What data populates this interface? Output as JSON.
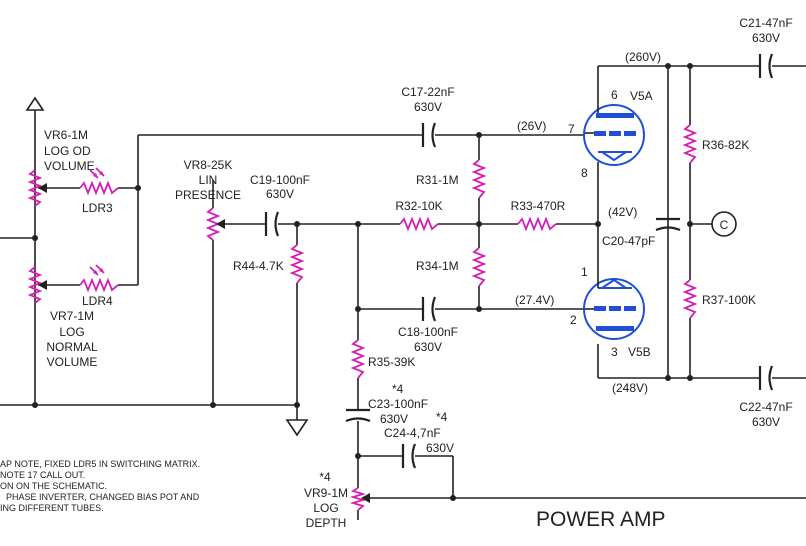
{
  "diagram": {
    "title": "POWER AMP",
    "voltages": {
      "v260": "(260V)",
      "v26": "(26V)",
      "v42": "(42V)",
      "v27_4": "(27.4V)",
      "v248": "(248V)"
    },
    "components": {
      "vr6": [
        "VR6-1M",
        "LOG OD",
        "VOLUME"
      ],
      "ldr3": "LDR3",
      "ldr4": "LDR4",
      "vr7": [
        "VR7-1M",
        "LOG",
        "NORMAL",
        "VOLUME"
      ],
      "vr8": [
        "VR8-25K",
        "LIN",
        "PRESENCE"
      ],
      "c19": [
        "C19-100nF",
        "630V"
      ],
      "r44": "R44-4.7K",
      "c17": [
        "C17-22nF",
        "630V"
      ],
      "r31": "R31-1M",
      "r32": "R32-10K",
      "r33": "R33-470R",
      "r34": "R34-1M",
      "c18": [
        "C18-100nF",
        "630V"
      ],
      "r35": "R35-39K",
      "c23": [
        "*4",
        "C23-100nF",
        "630V"
      ],
      "c24": [
        "*4",
        "C24-4,7nF",
        "630V"
      ],
      "vr9": [
        "*4",
        "VR9-1M",
        "LOG",
        "DEPTH"
      ],
      "c21": [
        "C21-47nF",
        "630V"
      ],
      "r36": "R36-82K",
      "c20": "C20-47pF",
      "r37": "R37-100K",
      "c22": [
        "C22-47nF",
        "630V"
      ],
      "v5a": "V5A",
      "v5b": "V5B",
      "conn_c": "C"
    },
    "pins": {
      "p6": "6",
      "p7": "7",
      "p8": "8",
      "p1": "1",
      "p2": "2",
      "p3": "3"
    },
    "notes": [
      "AP NOTE, FIXED LDR5 IN SWITCHING MATRIX.",
      "NOTE 17 CALL OUT.",
      "ON ON THE SCHEMATIC.",
      "PHASE INVERTER, CHANGED BIAS POT AND",
      "ING DIFFERENT TUBES."
    ]
  }
}
